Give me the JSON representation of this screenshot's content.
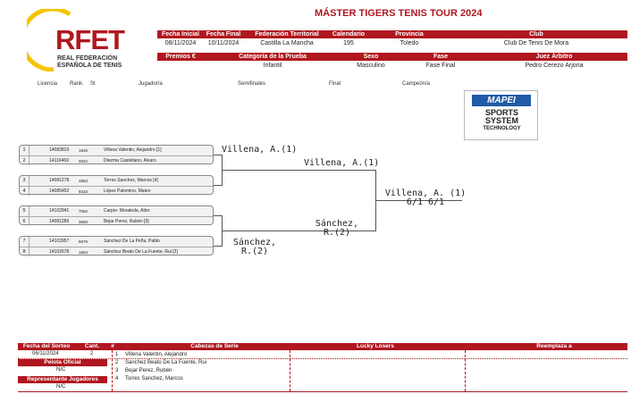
{
  "header": {
    "logo_text": "RFET",
    "logo_sub1": "REAL FEDERACIÓN",
    "logo_sub2": "ESPAÑOLA DE TENIS",
    "title": "MÁSTER TIGERS TENIS TOUR 2024"
  },
  "info_row1": {
    "labels": [
      "Fecha Inicial",
      "Fecha Final",
      "Federación Territorial",
      "Calendario",
      "Provincia",
      "Club"
    ],
    "values": [
      "08/11/2024",
      "10/11/2024",
      "Castilla La Mancha",
      "195",
      "Toledo",
      "Club De Tenis De Mora"
    ]
  },
  "info_row2": {
    "labels": [
      "Premios €",
      "Categoría de la Prueba",
      "Sexo",
      "Fase",
      "Juez Árbitro"
    ],
    "values": [
      "",
      "Infantil",
      "Masculino",
      "Fase Final",
      "Pedro Cerezo Arjona"
    ]
  },
  "columns": {
    "licencia": "Licencia",
    "rank": "Rank.",
    "st": "St",
    "jugador": "Jugador/a",
    "semifinales": "Semifinales",
    "final": "Final",
    "campeon": "Campeón/a"
  },
  "sponsor": {
    "brand": "MAPEI",
    "line1": "SPORTS",
    "line2": "SYSTEM",
    "line3": "TECHNOLOGY"
  },
  "players": [
    {
      "seed": "1",
      "license": "14083810",
      "rank": "1625",
      "name": "Villena Valentin, Alejandro [1]"
    },
    {
      "seed": "2",
      "license": "14116469",
      "rank": "0022",
      "name": "Diezma Castellano, Alvaro"
    },
    {
      "seed": "3",
      "license": "14081278",
      "rank": "4663",
      "name": "Torres Sanchez, Marcos [4]"
    },
    {
      "seed": "4",
      "license": "14085452",
      "rank": "5523",
      "name": "López Palomino, Mateo"
    },
    {
      "seed": "5",
      "license": "14102941",
      "rank": "7062",
      "name": "Carpio- Moraleda, Aitor"
    },
    {
      "seed": "6",
      "license": "14081286",
      "rank": "3600",
      "name": "Bejar Perez, Rubén [3]"
    },
    {
      "seed": "7",
      "license": "14103957",
      "rank": "9679",
      "name": "Sánchez De La Peña, Pablo"
    },
    {
      "seed": "8",
      "license": "14102678",
      "rank": "1663",
      "name": "Sánchez Beato De La Fuente, Rui [2]"
    }
  ],
  "bracket": {
    "qf1": "Villena, A.(1)",
    "qf4a": "Sánchez,",
    "qf4b": "R.(2)",
    "sf1": "Villena, A.(1)",
    "sf2a": "Sánchez,",
    "sf2b": "R.(2)",
    "champion": "Villena, A. (1)",
    "score": "6/1 6/1"
  },
  "footer": {
    "fecha_sorteo_label": "Fecha del Sorteo",
    "cant_label": "Cant.",
    "hash_label": "#",
    "cabezas_label": "Cabezas de Serie",
    "lucky_label": "Lucky Losers",
    "reemplaza_label": "Reemplaza a",
    "fecha_sorteo": "06/11/2024",
    "cant": "2",
    "pelota_label": "Pelota Oficial",
    "pelota_value": "N/C",
    "representante_label": "Representante Jugadores",
    "representante_value": "N/C",
    "seeds": [
      {
        "n": "1",
        "name": "Villena Valentin, Alejandro"
      },
      {
        "n": "2",
        "name": "Sanchez Beato De La Fuente, Rui"
      },
      {
        "n": "3",
        "name": "Bejar Perez, Rubén"
      },
      {
        "n": "4",
        "name": "Torres Sanchez, Marcos"
      }
    ]
  }
}
